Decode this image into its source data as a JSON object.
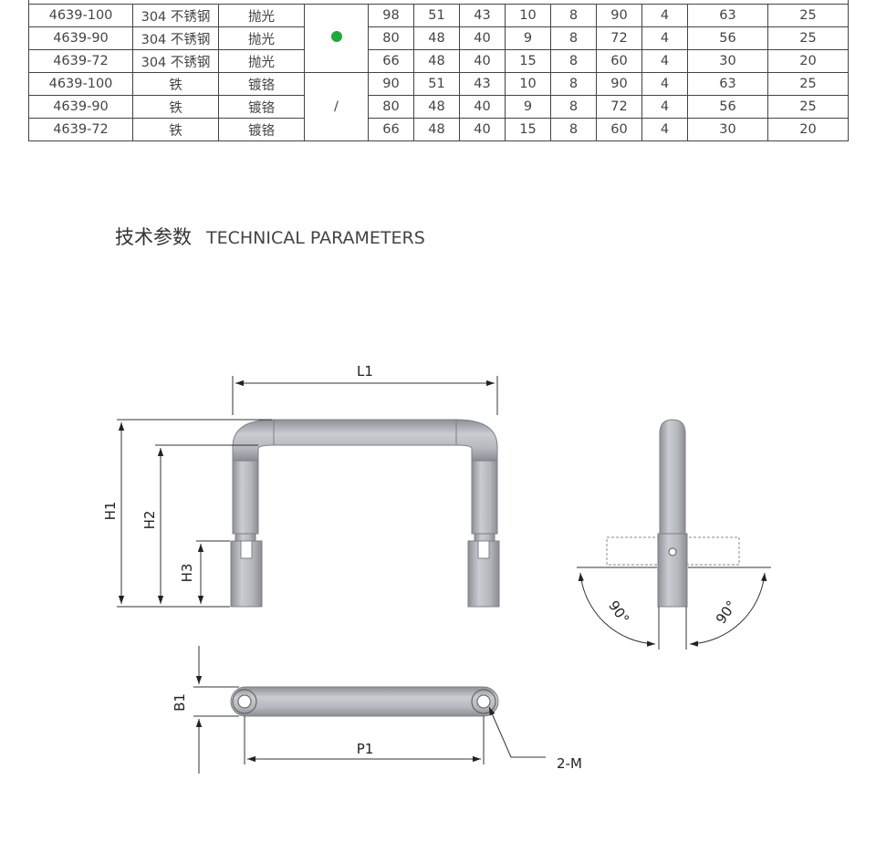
{
  "spec_table": {
    "rows": [
      {
        "model": "4639-100",
        "material": "304 不锈钢",
        "finish": "抛光",
        "a": "98",
        "b": "51",
        "c": "43",
        "d": "10",
        "e": "8",
        "f": "90",
        "g": "4",
        "weight": "63",
        "qty": "25"
      },
      {
        "model": "4639-90",
        "material": "304 不锈钢",
        "finish": "抛光",
        "a": "80",
        "b": "48",
        "c": "40",
        "d": "9",
        "e": "8",
        "f": "72",
        "g": "4",
        "weight": "56",
        "qty": "25"
      },
      {
        "model": "4639-72",
        "material": "304 不锈钢",
        "finish": "抛光",
        "a": "66",
        "b": "48",
        "c": "40",
        "d": "15",
        "e": "8",
        "f": "60",
        "g": "4",
        "weight": "30",
        "qty": "20"
      },
      {
        "model": "4639-100",
        "material": "铁",
        "finish": "镀铬",
        "a": "90",
        "b": "51",
        "c": "43",
        "d": "10",
        "e": "8",
        "f": "90",
        "g": "4",
        "weight": "63",
        "qty": "25"
      },
      {
        "model": "4639-90",
        "material": "铁",
        "finish": "镀铬",
        "a": "80",
        "b": "48",
        "c": "40",
        "d": "9",
        "e": "8",
        "f": "72",
        "g": "4",
        "weight": "56",
        "qty": "25"
      },
      {
        "model": "4639-72",
        "material": "铁",
        "finish": "镀铬",
        "a": "66",
        "b": "48",
        "c": "40",
        "d": "15",
        "e": "8",
        "f": "60",
        "g": "4",
        "weight": "30",
        "qty": "20"
      }
    ],
    "group_marks": [
      "",
      "/"
    ],
    "available_dot_color": "#1faa3a"
  },
  "section": {
    "title_cn": "技术参数",
    "title_en": "TECHNICAL PARAMETERS"
  },
  "drawing": {
    "labels": {
      "l1": "L1",
      "h1": "H1",
      "h2": "H2",
      "h3": "H3",
      "b1": "B1",
      "p1": "P1",
      "hole": "2-M",
      "angle_left": "90°",
      "angle_right": "90°"
    }
  }
}
